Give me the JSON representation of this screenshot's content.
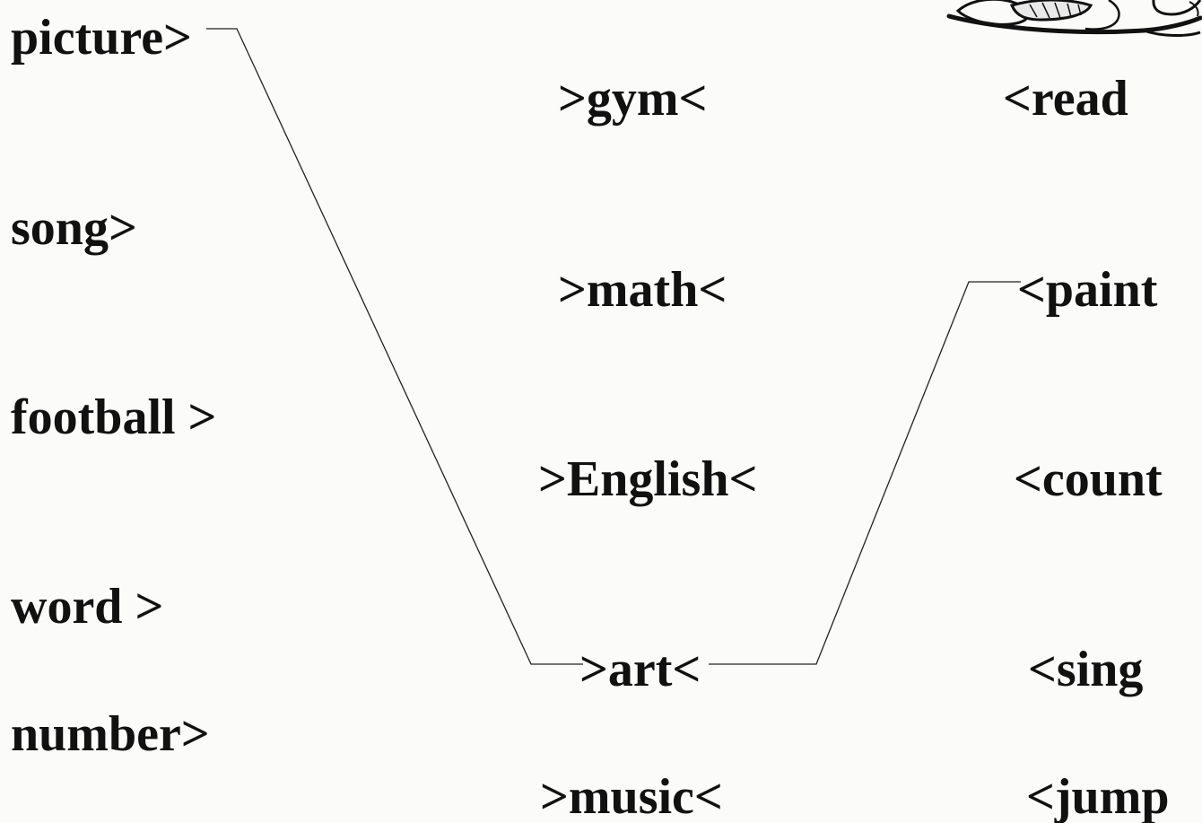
{
  "left_words": [
    "picture>",
    "song>",
    "football >",
    "word >",
    "number>"
  ],
  "middle_words": [
    ">gym<",
    ">math<",
    ">English<",
    ">art<",
    ">music<"
  ],
  "right_words": [
    "<read",
    "<paint",
    "<count",
    "<sing",
    "<jump"
  ],
  "matches": [
    {
      "from": "picture",
      "to": "art"
    },
    {
      "from": "paint",
      "to": "art"
    }
  ],
  "decor": {
    "illustration": "partial-cartoon-illustration-icon"
  }
}
